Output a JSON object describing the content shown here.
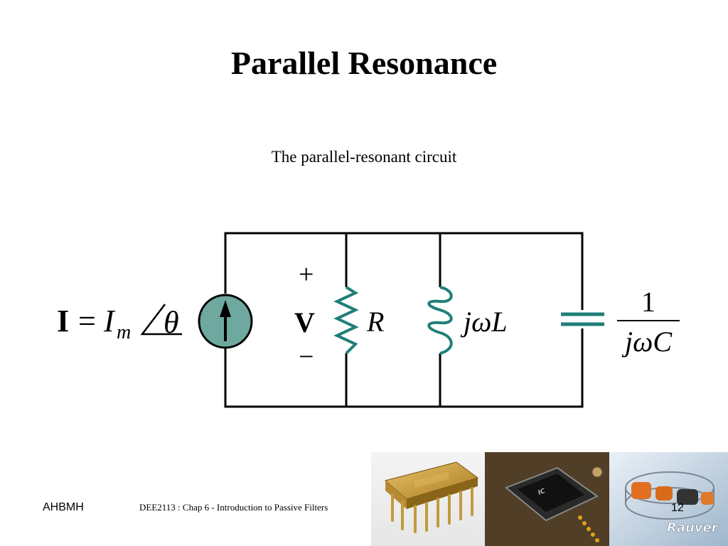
{
  "slide": {
    "title": "Parallel Resonance",
    "subtitle": "The parallel-resonant circuit"
  },
  "circuit": {
    "source_label_bold": "I",
    "source_label_eq": "=",
    "source_label_mag": "I",
    "source_label_sub": "m",
    "source_label_angle": "θ",
    "voltage_plus": "+",
    "voltage_label": "V",
    "voltage_minus": "−",
    "resistor_label": "R",
    "inductor_label": "jωL",
    "capacitor_numerator": "1",
    "capacitor_denominator": "jωC",
    "colors": {
      "wire": "#000000",
      "component": "#1f7f78",
      "source_fill": "#6fa89f"
    }
  },
  "footer": {
    "author": "AHBMH",
    "course": "DEE2113 : Chap 6 - Introduction to Passive Filters",
    "page": "12",
    "brand": "Rauver"
  }
}
